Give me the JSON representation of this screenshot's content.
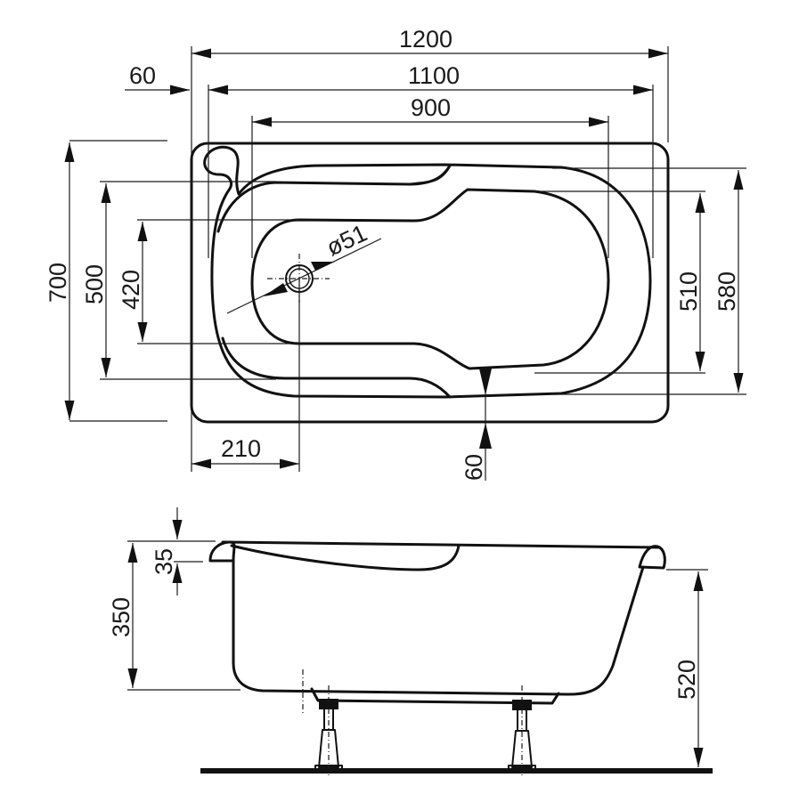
{
  "drawing": {
    "subject": "Bathtub dimension drawing",
    "units": "mm",
    "top_view": {
      "overall_length": "1200",
      "inner_length": "1100",
      "bottom_length": "900",
      "rim_offset_left": "60",
      "overall_width": "700",
      "inner_width_left": "500",
      "bottom_width_left": "420",
      "inner_width_right": "580",
      "bottom_width_right": "510",
      "drain_offset": "210",
      "rim_offset_bottom": "60",
      "drain_diameter": "ø51"
    },
    "side_view": {
      "rim_height": "35",
      "inner_depth": "350",
      "total_height": "520"
    }
  }
}
